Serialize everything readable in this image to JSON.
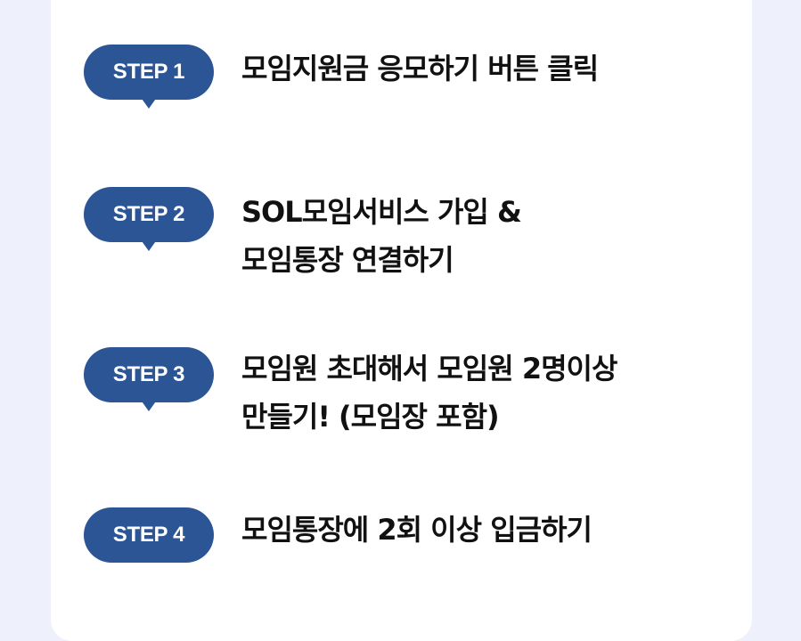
{
  "steps": [
    {
      "badge": "STEP 1",
      "lines": [
        "모임지원금 응모하기 버튼 클릭"
      ]
    },
    {
      "badge": "STEP 2",
      "lines": [
        "SOL모임서비스 가입 &",
        "모임통장 연결하기"
      ]
    },
    {
      "badge": "STEP 3",
      "lines": [
        "모임원 초대해서 모임원 2명이상",
        "만들기! (모임장 포함)"
      ]
    },
    {
      "badge": "STEP 4",
      "lines": [
        "모임통장에 2회 이상 입금하기"
      ]
    }
  ],
  "colors": {
    "badge": "#2c5595",
    "background": "#eef0fb",
    "card": "#ffffff",
    "text": "#111111"
  }
}
